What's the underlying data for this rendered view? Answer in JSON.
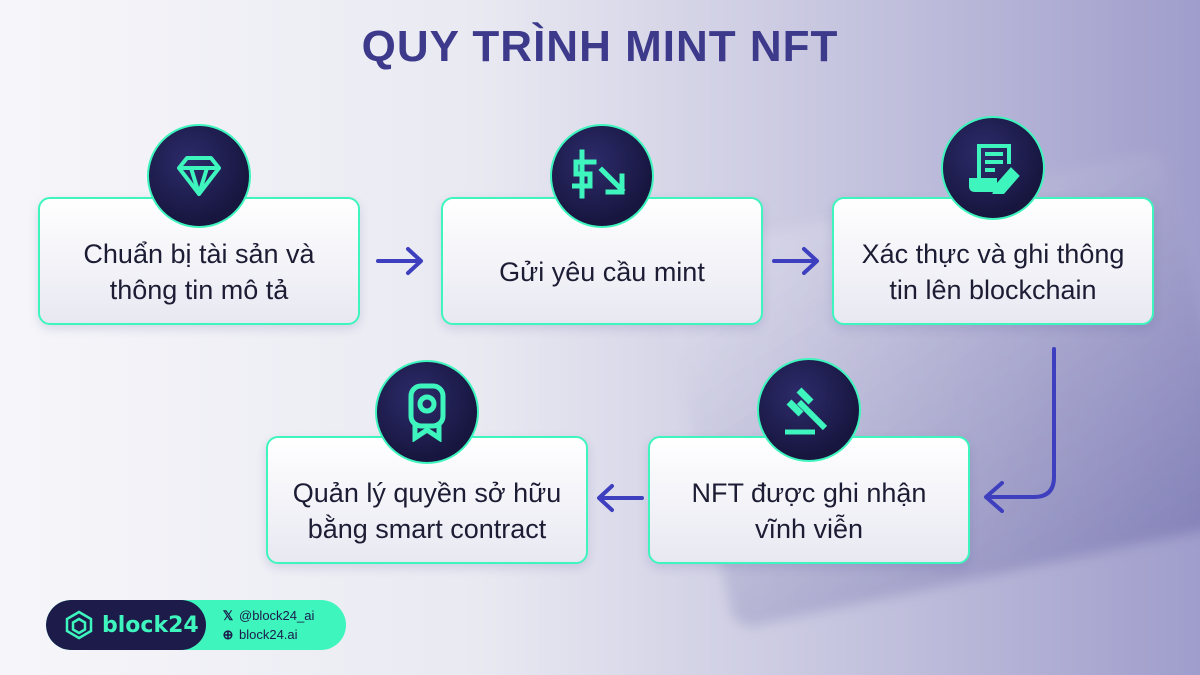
{
  "title": "QUY TRÌNH MINT NFT",
  "steps": [
    {
      "icon": "diamond-icon",
      "text": "Chuẩn bị tài sản và thông tin mô tả"
    },
    {
      "icon": "dollar-arrow-icon",
      "text": "Gửi yêu cầu mint"
    },
    {
      "icon": "document-pen-icon",
      "text": "Xác thực và ghi thông tin lên blockchain"
    },
    {
      "icon": "gavel-icon",
      "text": "NFT được ghi nhận vĩnh viễn"
    },
    {
      "icon": "award-medal-icon",
      "text": "Quản lý quyền sở hữu bằng smart contract"
    }
  ],
  "footer": {
    "brand": "block24",
    "twitter": "@block24_ai",
    "website": "block24.ai"
  },
  "colors": {
    "accent": "#3ef5bd",
    "title": "#3d3a8c",
    "arrow": "#3d3fbf",
    "icon_bg": "#1c1b4a"
  }
}
